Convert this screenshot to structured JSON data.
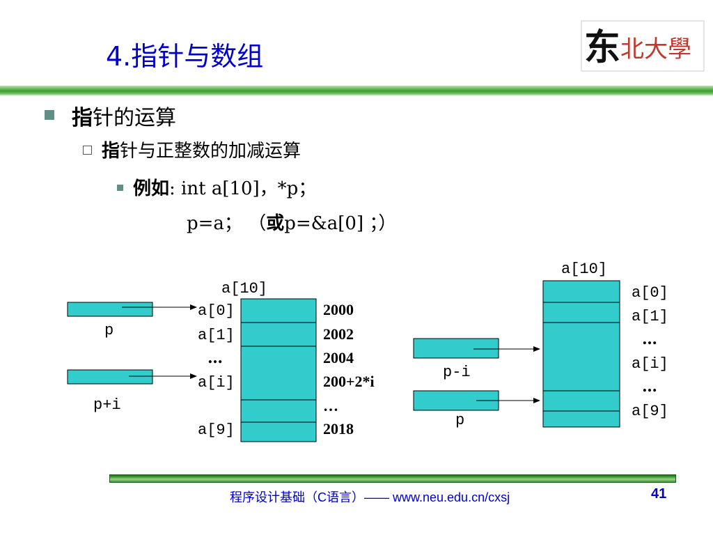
{
  "title": "4.指针与数组",
  "logo_text": "东北大学",
  "bullets": {
    "level1_bold": "指",
    "level1_rest": "针的运算",
    "level2_bold": "指",
    "level2_rest": "针与正整数的加减运算",
    "level3_bold": "例如",
    "level3_code": ":  int a[10]，*p；",
    "level4_pre": "p=a； （",
    "level4_bold": "或",
    "level4_post": "p=&a[0] ；）"
  },
  "diagram_left": {
    "array_label": "a[10]",
    "elements": [
      "a[0]",
      "a[1]",
      "…",
      "a[i]",
      "a[9]"
    ],
    "addresses": [
      "2000",
      "2002",
      "2004",
      "200+2*i",
      "…",
      "2018"
    ],
    "pointers": [
      "p",
      "p+i"
    ]
  },
  "diagram_right": {
    "array_label": "a[10]",
    "elements": [
      "a[0]",
      "a[1]",
      "…",
      "a[i]",
      "…",
      "a[9]"
    ],
    "pointers": [
      "p-i",
      "p"
    ]
  },
  "colors": {
    "cell_fill": "#33cccc",
    "title": "#0000cc",
    "accent_green": "#3a9a2e"
  },
  "footer": {
    "course": "程序设计基础（C语言）—— www.neu.edu.cn/cxsj",
    "page": "41"
  }
}
